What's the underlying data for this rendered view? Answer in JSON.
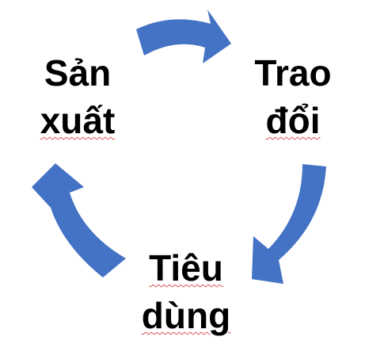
{
  "colors": {
    "arrow": "#4472C4",
    "text": "#000000",
    "spellcheck_underline": "#d9534f"
  },
  "nodes": {
    "san_xuat": {
      "line1": "Sản",
      "line2": "xuất"
    },
    "trao_doi": {
      "line1": "Trao",
      "line2": "đổi"
    },
    "tieu_dung": {
      "line1": "Tiêu",
      "line2": "dùng"
    }
  },
  "arrows": [
    {
      "from": "Sản xuất",
      "to": "Trao đổi"
    },
    {
      "from": "Trao đổi",
      "to": "Tiêu dùng"
    },
    {
      "from": "Tiêu dùng",
      "to": "Sản xuất"
    }
  ]
}
